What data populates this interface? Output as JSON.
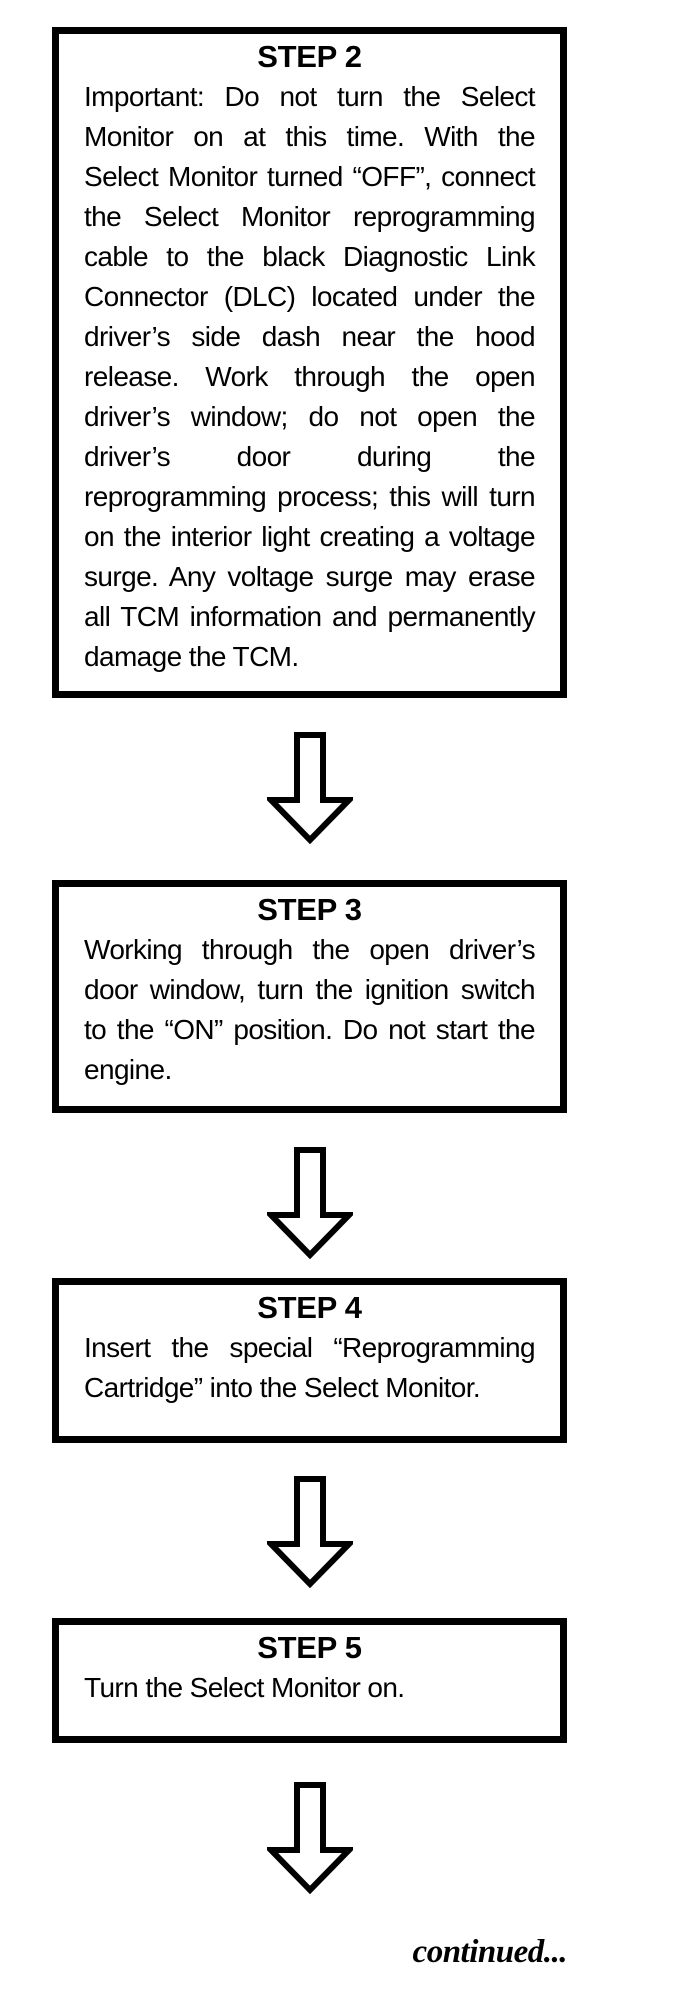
{
  "page": {
    "kind": "service-procedure-flowchart",
    "colors": {
      "ink": "#000000",
      "background": "#ffffff"
    }
  },
  "flowchart": {
    "steps": [
      {
        "title": "STEP 2",
        "body": "Important: Do not turn the Select Monitor on at this time. With the Select Monitor turned “OFF”, connect the Select Monitor reprogramming cable to the black Diagnostic Link Connector (DLC) located under the driver’s side dash near the hood release. Work through the open driver’s window; do not open the driver’s door during the reprogramming process; this will turn on the interior light creating a voltage surge. Any voltage surge may erase all TCM information and permanently damage the TCM."
      },
      {
        "title": "STEP 3",
        "body": "Working through the open driver’s door window, turn the ignition switch to the “ON” position. Do not start the engine."
      },
      {
        "title": "STEP 4",
        "body": "Insert the special “Reprogramming Cartridge” into the Select Monitor."
      },
      {
        "title": "STEP 5",
        "body": "Turn the Select Monitor on."
      }
    ],
    "connector_icon": "down-arrow-icon",
    "footer": {
      "continued_label": "continued..."
    }
  }
}
